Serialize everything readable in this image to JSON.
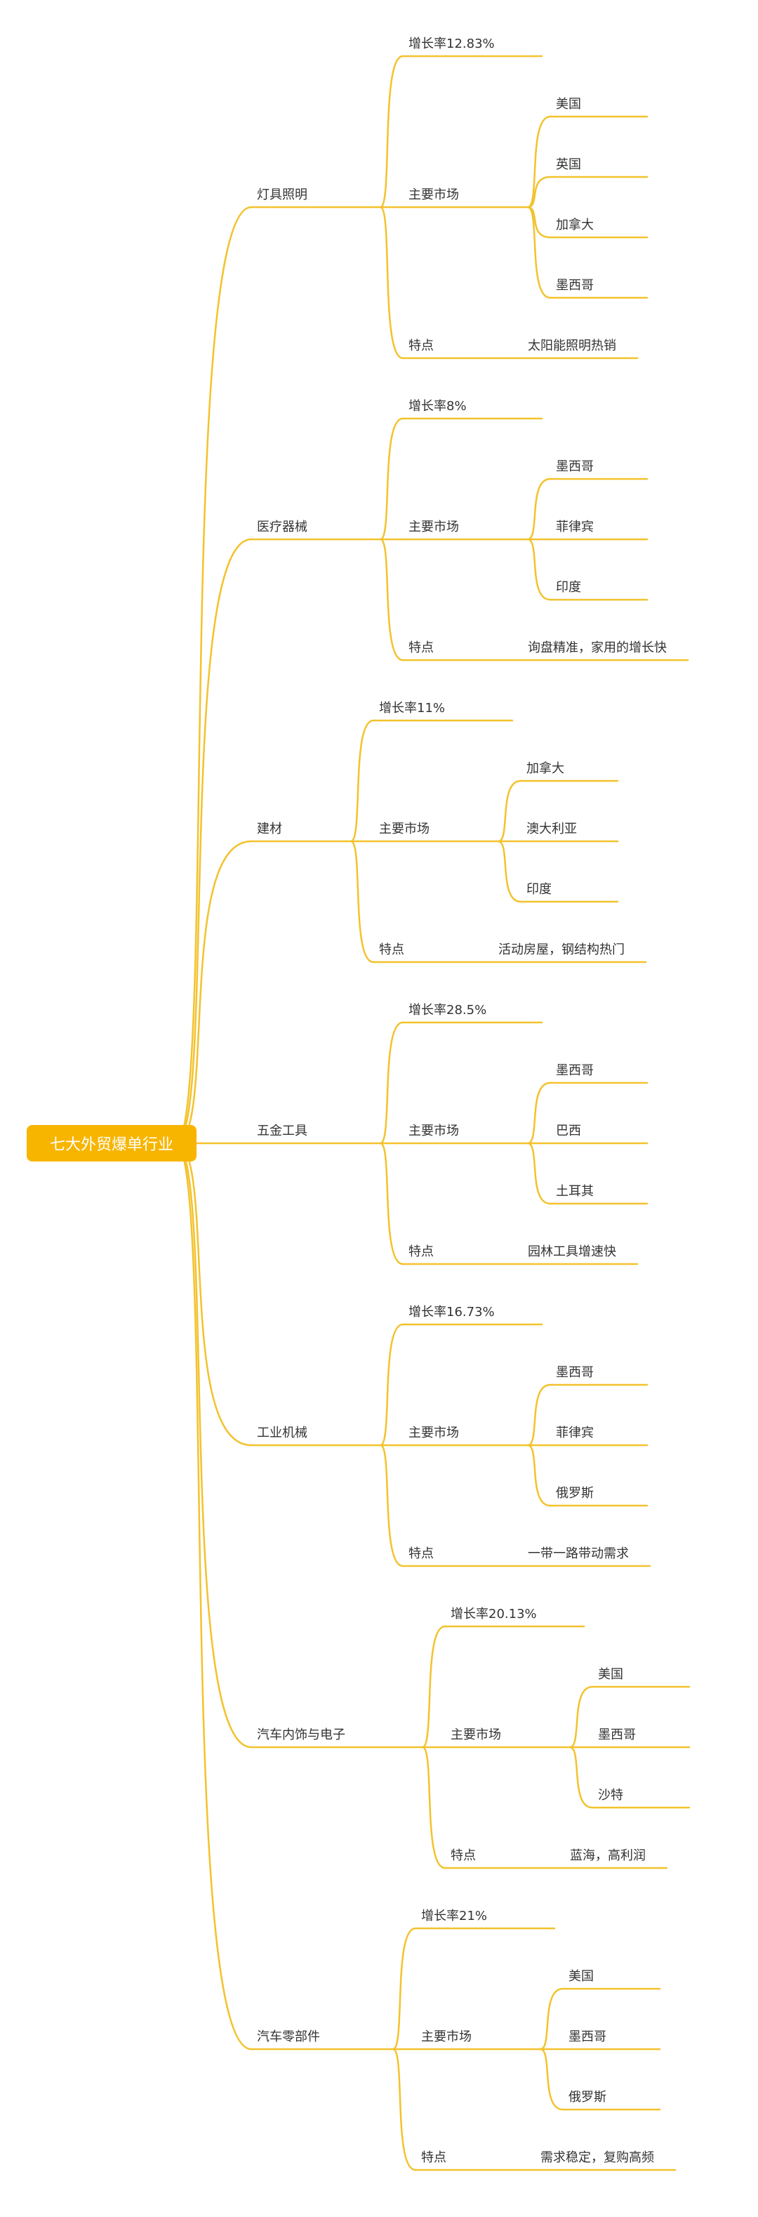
{
  "theme": {
    "line_color": "#f3c22d",
    "root_bg": "#f7b500",
    "text_color": "#333333"
  },
  "root": {
    "label": "七大外贸爆单行业"
  },
  "industries": [
    {
      "name": "灯具照明",
      "growth": "增长率12.83%",
      "market_label": "主要市场",
      "markets": [
        "美国",
        "英国",
        "加拿大",
        "墨西哥"
      ],
      "feature_label": "特点",
      "feature": "太阳能照明热销"
    },
    {
      "name": "医疗器械",
      "growth": "增长率8%",
      "market_label": "主要市场",
      "markets": [
        "墨西哥",
        "菲律宾",
        "印度"
      ],
      "feature_label": "特点",
      "feature": "询盘精准，家用的增长快"
    },
    {
      "name": "建材",
      "growth": "增长率11%",
      "market_label": "主要市场",
      "markets": [
        "加拿大",
        "澳大利亚",
        "印度"
      ],
      "feature_label": "特点",
      "feature": "活动房屋，钢结构热门"
    },
    {
      "name": "五金工具",
      "growth": "增长率28.5%",
      "market_label": "主要市场",
      "markets": [
        "墨西哥",
        "巴西",
        "土耳其"
      ],
      "feature_label": "特点",
      "feature": "园林工具增速快"
    },
    {
      "name": "工业机械",
      "growth": "增长率16.73%",
      "market_label": "主要市场",
      "markets": [
        "墨西哥",
        "菲律宾",
        "俄罗斯"
      ],
      "feature_label": "特点",
      "feature": "一带一路带动需求"
    },
    {
      "name": "汽车内饰与电子",
      "growth": "增长率20.13%",
      "market_label": "主要市场",
      "markets": [
        "美国",
        "墨西哥",
        "沙特"
      ],
      "feature_label": "特点",
      "feature": "蓝海，高利润"
    },
    {
      "name": "汽车零部件",
      "growth": "增长率21%",
      "market_label": "主要市场",
      "markets": [
        "美国",
        "墨西哥",
        "俄罗斯"
      ],
      "feature_label": "特点",
      "feature": "需求稳定，复购高频"
    }
  ]
}
